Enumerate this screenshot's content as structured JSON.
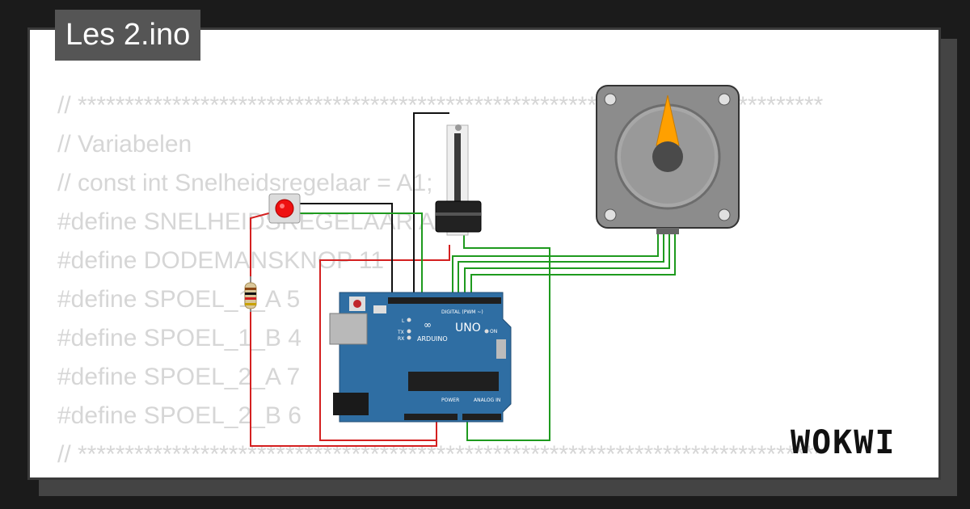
{
  "project": {
    "title": "Les 2.ino"
  },
  "brand": {
    "logo_text": "WOKWI"
  },
  "code_lines": [
    "// *******************************************************************************",
    "// Variabelen",
    "// const int Snelheidsregelaar = A1;",
    "#define SNELHEIDSREGELAAR A1",
    "#define DODEMANSKNOP 11",
    "#define SPOEL_1_A 5",
    "#define SPOEL_1_B 4",
    "#define SPOEL_2_A 7",
    "#define SPOEL_2_B 6",
    "// *******************************************************************************"
  ],
  "arduino": {
    "logo_text": "UNO",
    "brand_text": "ARDUINO",
    "digital_label": "DIGITAL (PWM ~)",
    "power_label": "POWER",
    "analog_label": "ANALOG IN",
    "on_label": "ON",
    "led_labels": [
      "L",
      "TX",
      "RX"
    ]
  },
  "colors": {
    "wire_red": "#d42020",
    "wire_green": "#1e9a1e",
    "wire_black": "#111111",
    "board_blue": "#2f6ea3",
    "motor_gray": "#8a8a8a",
    "needle_orange": "#ffa000"
  }
}
